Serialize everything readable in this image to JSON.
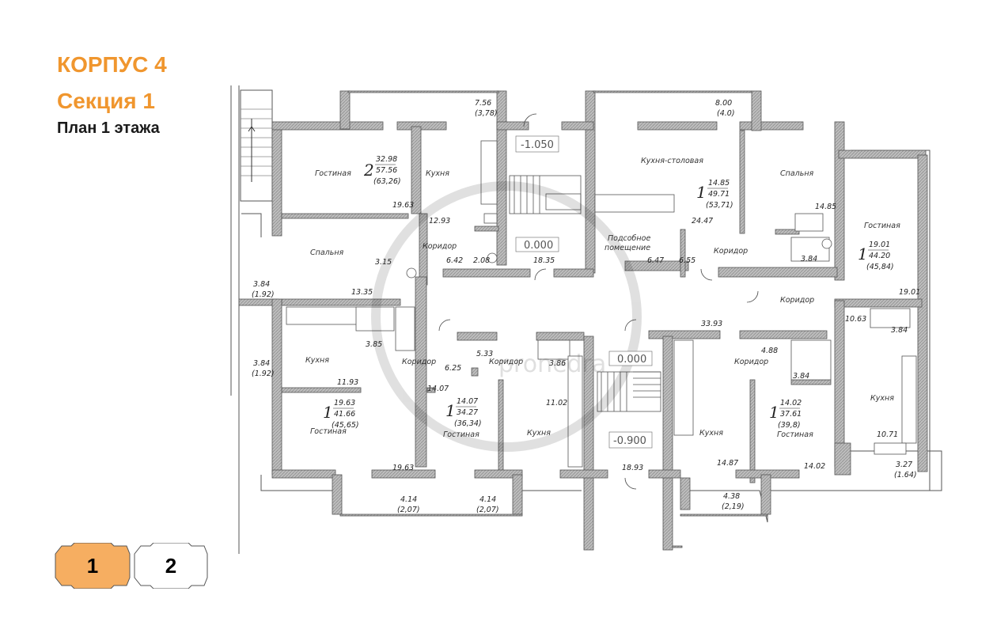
{
  "header": {
    "building": "КОРПУС 4",
    "section": "Секция 1",
    "floor_plan": "План 1 этажа"
  },
  "colors": {
    "accent": "#f0962e",
    "active_tab": "#f6ae61",
    "wall": "#9a9a9a"
  },
  "rooms": {
    "gostinaya": "Гостиная",
    "spalnya": "Спальня",
    "kuhnya": "Кухня",
    "koridor": "Коридор",
    "kuhnya_stolovaya": "Кухня-столовая",
    "podsobnoe_1": "Подсобное",
    "podsobnoe_2": "помещение"
  },
  "apartments": {
    "a1": {
      "rooms": "2",
      "living": "32.98",
      "total": "57.56",
      "total_balcony": "(63,26)"
    },
    "a2": {
      "rooms": "1",
      "living": "14.85",
      "total": "49.71",
      "total_balcony": "(53,71)"
    },
    "a3": {
      "rooms": "1",
      "living": "19.01",
      "total": "44.20",
      "total_balcony": "(45,84)"
    },
    "a4": {
      "rooms": "1",
      "living": "19.63",
      "total": "41.66",
      "total_balcony": "(45,65)"
    },
    "a5": {
      "rooms": "1",
      "living": "14.07",
      "total": "34.27",
      "total_balcony": "(36,34)"
    },
    "a6": {
      "rooms": "1",
      "living": "14.02",
      "total": "37.61",
      "total_balcony": "(39,8)"
    }
  },
  "areas": {
    "b1": "7.56",
    "b1b": "(3,78)",
    "b2": "8.00",
    "b2b": "(4.0)",
    "b3": "3.84",
    "b3b": "(1.92)",
    "b4": "3.84",
    "b4b": "(1.92)",
    "b5": "4.14",
    "b5b": "(2,07)",
    "b6": "4.14",
    "b6b": "(2,07)",
    "b7": "4.38",
    "b7b": "(2,19)",
    "b8": "3.27",
    "b8b": "(1.64)",
    "r1": "19.63",
    "r2": "12.93",
    "r3": "3.15",
    "r4": "6.42",
    "r5": "2.08",
    "r6": "13.35",
    "r7": "18.35",
    "r8": "24.47",
    "r9": "6.47",
    "r10": "6.55",
    "r11": "14.85",
    "r12": "3.84",
    "r13": "19.01",
    "r14": "3.85",
    "r15": "5.33",
    "r16": "6.25",
    "r17": "3.86",
    "r18": "33.93",
    "r19": "4.88",
    "r20": "10.63",
    "r21": "3.84",
    "r22": "11.93",
    "r23": "14.07",
    "r24": "11.02",
    "r25": "3.84",
    "r26": "10.71",
    "r27": "19.63",
    "r28": "18.93",
    "r29": "14.87",
    "r30": "14.02"
  },
  "levels": {
    "l1": "-1.050",
    "l2": "0.000",
    "l3": "0.000",
    "l4": "-0.900"
  },
  "watermark": "pronedra",
  "floor_tabs": [
    {
      "label": "1",
      "active": true
    },
    {
      "label": "2",
      "active": false
    }
  ]
}
